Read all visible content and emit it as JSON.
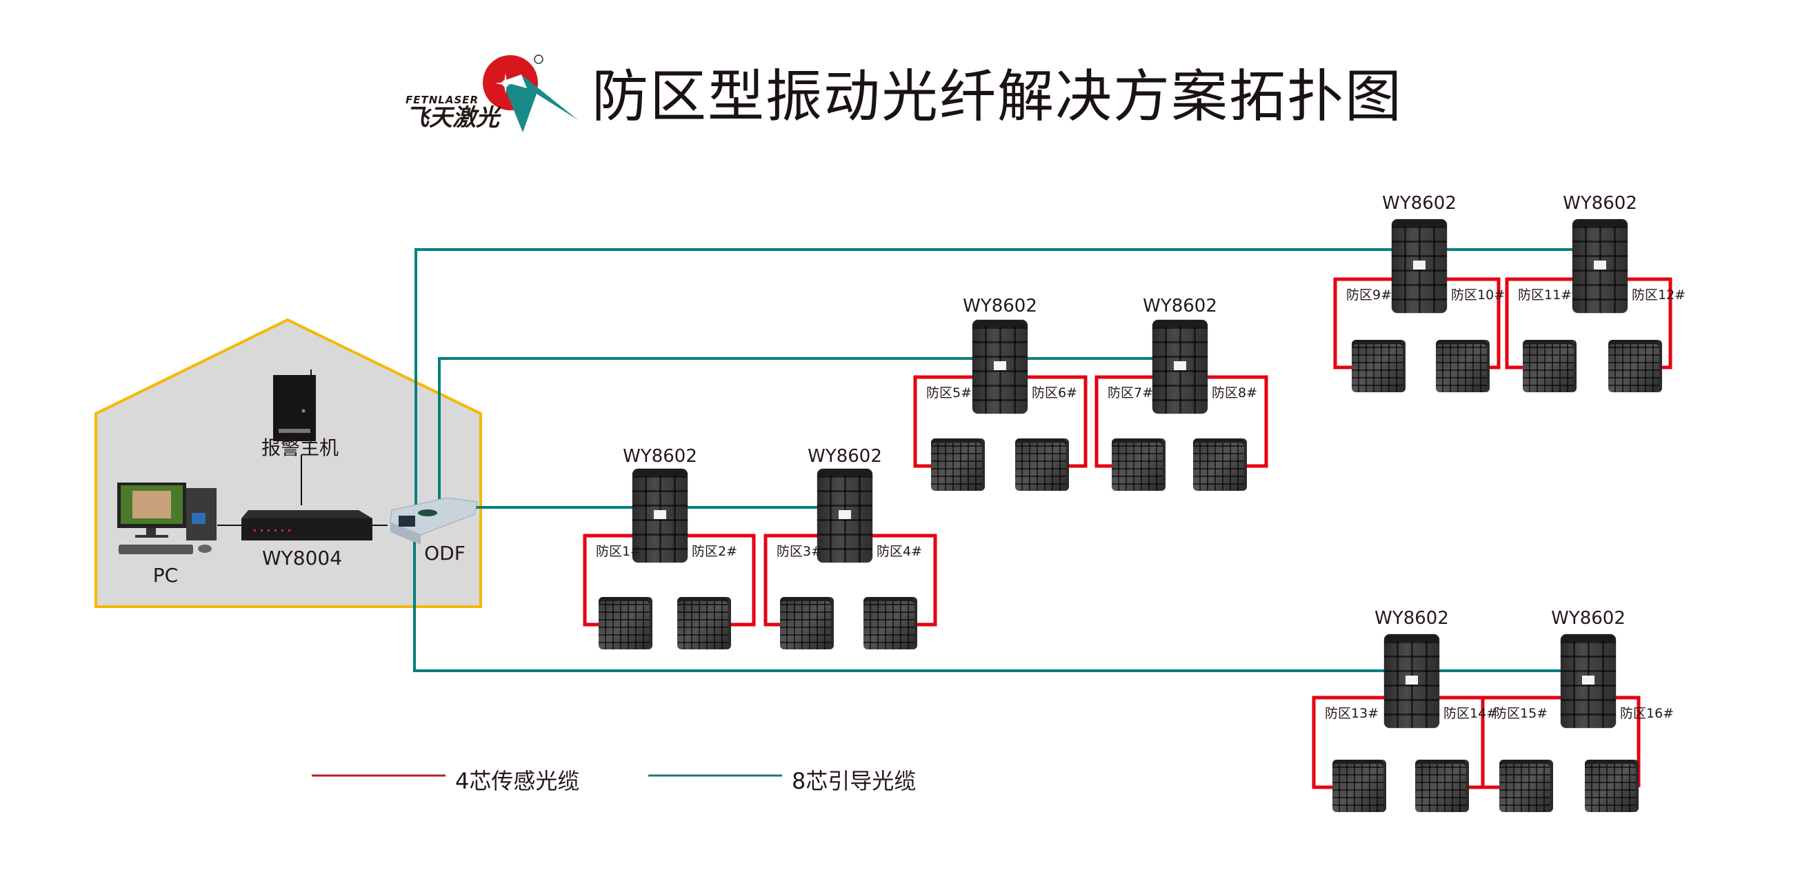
{
  "header": {
    "title": "防区型振动光纤解决方案拓扑图",
    "brand_en": "FETNLASER",
    "brand_cn": "飞天激光",
    "registered_mark": "®"
  },
  "colors": {
    "sensing_cable": "#e60012",
    "lead_cable": "#00807f",
    "house_border": "#f5b800",
    "house_fill": "#d9d9d9",
    "logo_red": "#d7161e",
    "logo_teal": "#1a8a88"
  },
  "control_room": {
    "devices": [
      {
        "id": "pc",
        "label": "PC"
      },
      {
        "id": "wy8004",
        "label": "WY8004"
      },
      {
        "id": "alarm-host",
        "label": "报警主机"
      },
      {
        "id": "odf",
        "label": "ODF"
      }
    ]
  },
  "closures": [
    {
      "label": "WY8602",
      "zones": [
        "防区1#",
        "防区2#"
      ]
    },
    {
      "label": "WY8602",
      "zones": [
        "防区3#",
        "防区4#"
      ]
    },
    {
      "label": "WY8602",
      "zones": [
        "防区5#",
        "防区6#"
      ]
    },
    {
      "label": "WY8602",
      "zones": [
        "防区7#",
        "防区8#"
      ]
    },
    {
      "label": "WY8602",
      "zones": [
        "防区9#",
        "防区10#"
      ]
    },
    {
      "label": "WY8602",
      "zones": [
        "防区11#",
        "防区12#"
      ]
    },
    {
      "label": "WY8602",
      "zones": [
        "防区13#",
        "防区14#"
      ]
    },
    {
      "label": "WY8602",
      "zones": [
        "防区15#",
        "防区16#"
      ]
    }
  ],
  "legend": [
    {
      "label": "4芯传感光缆",
      "type": "sensing"
    },
    {
      "label": "8芯引导光缆",
      "type": "lead"
    }
  ]
}
